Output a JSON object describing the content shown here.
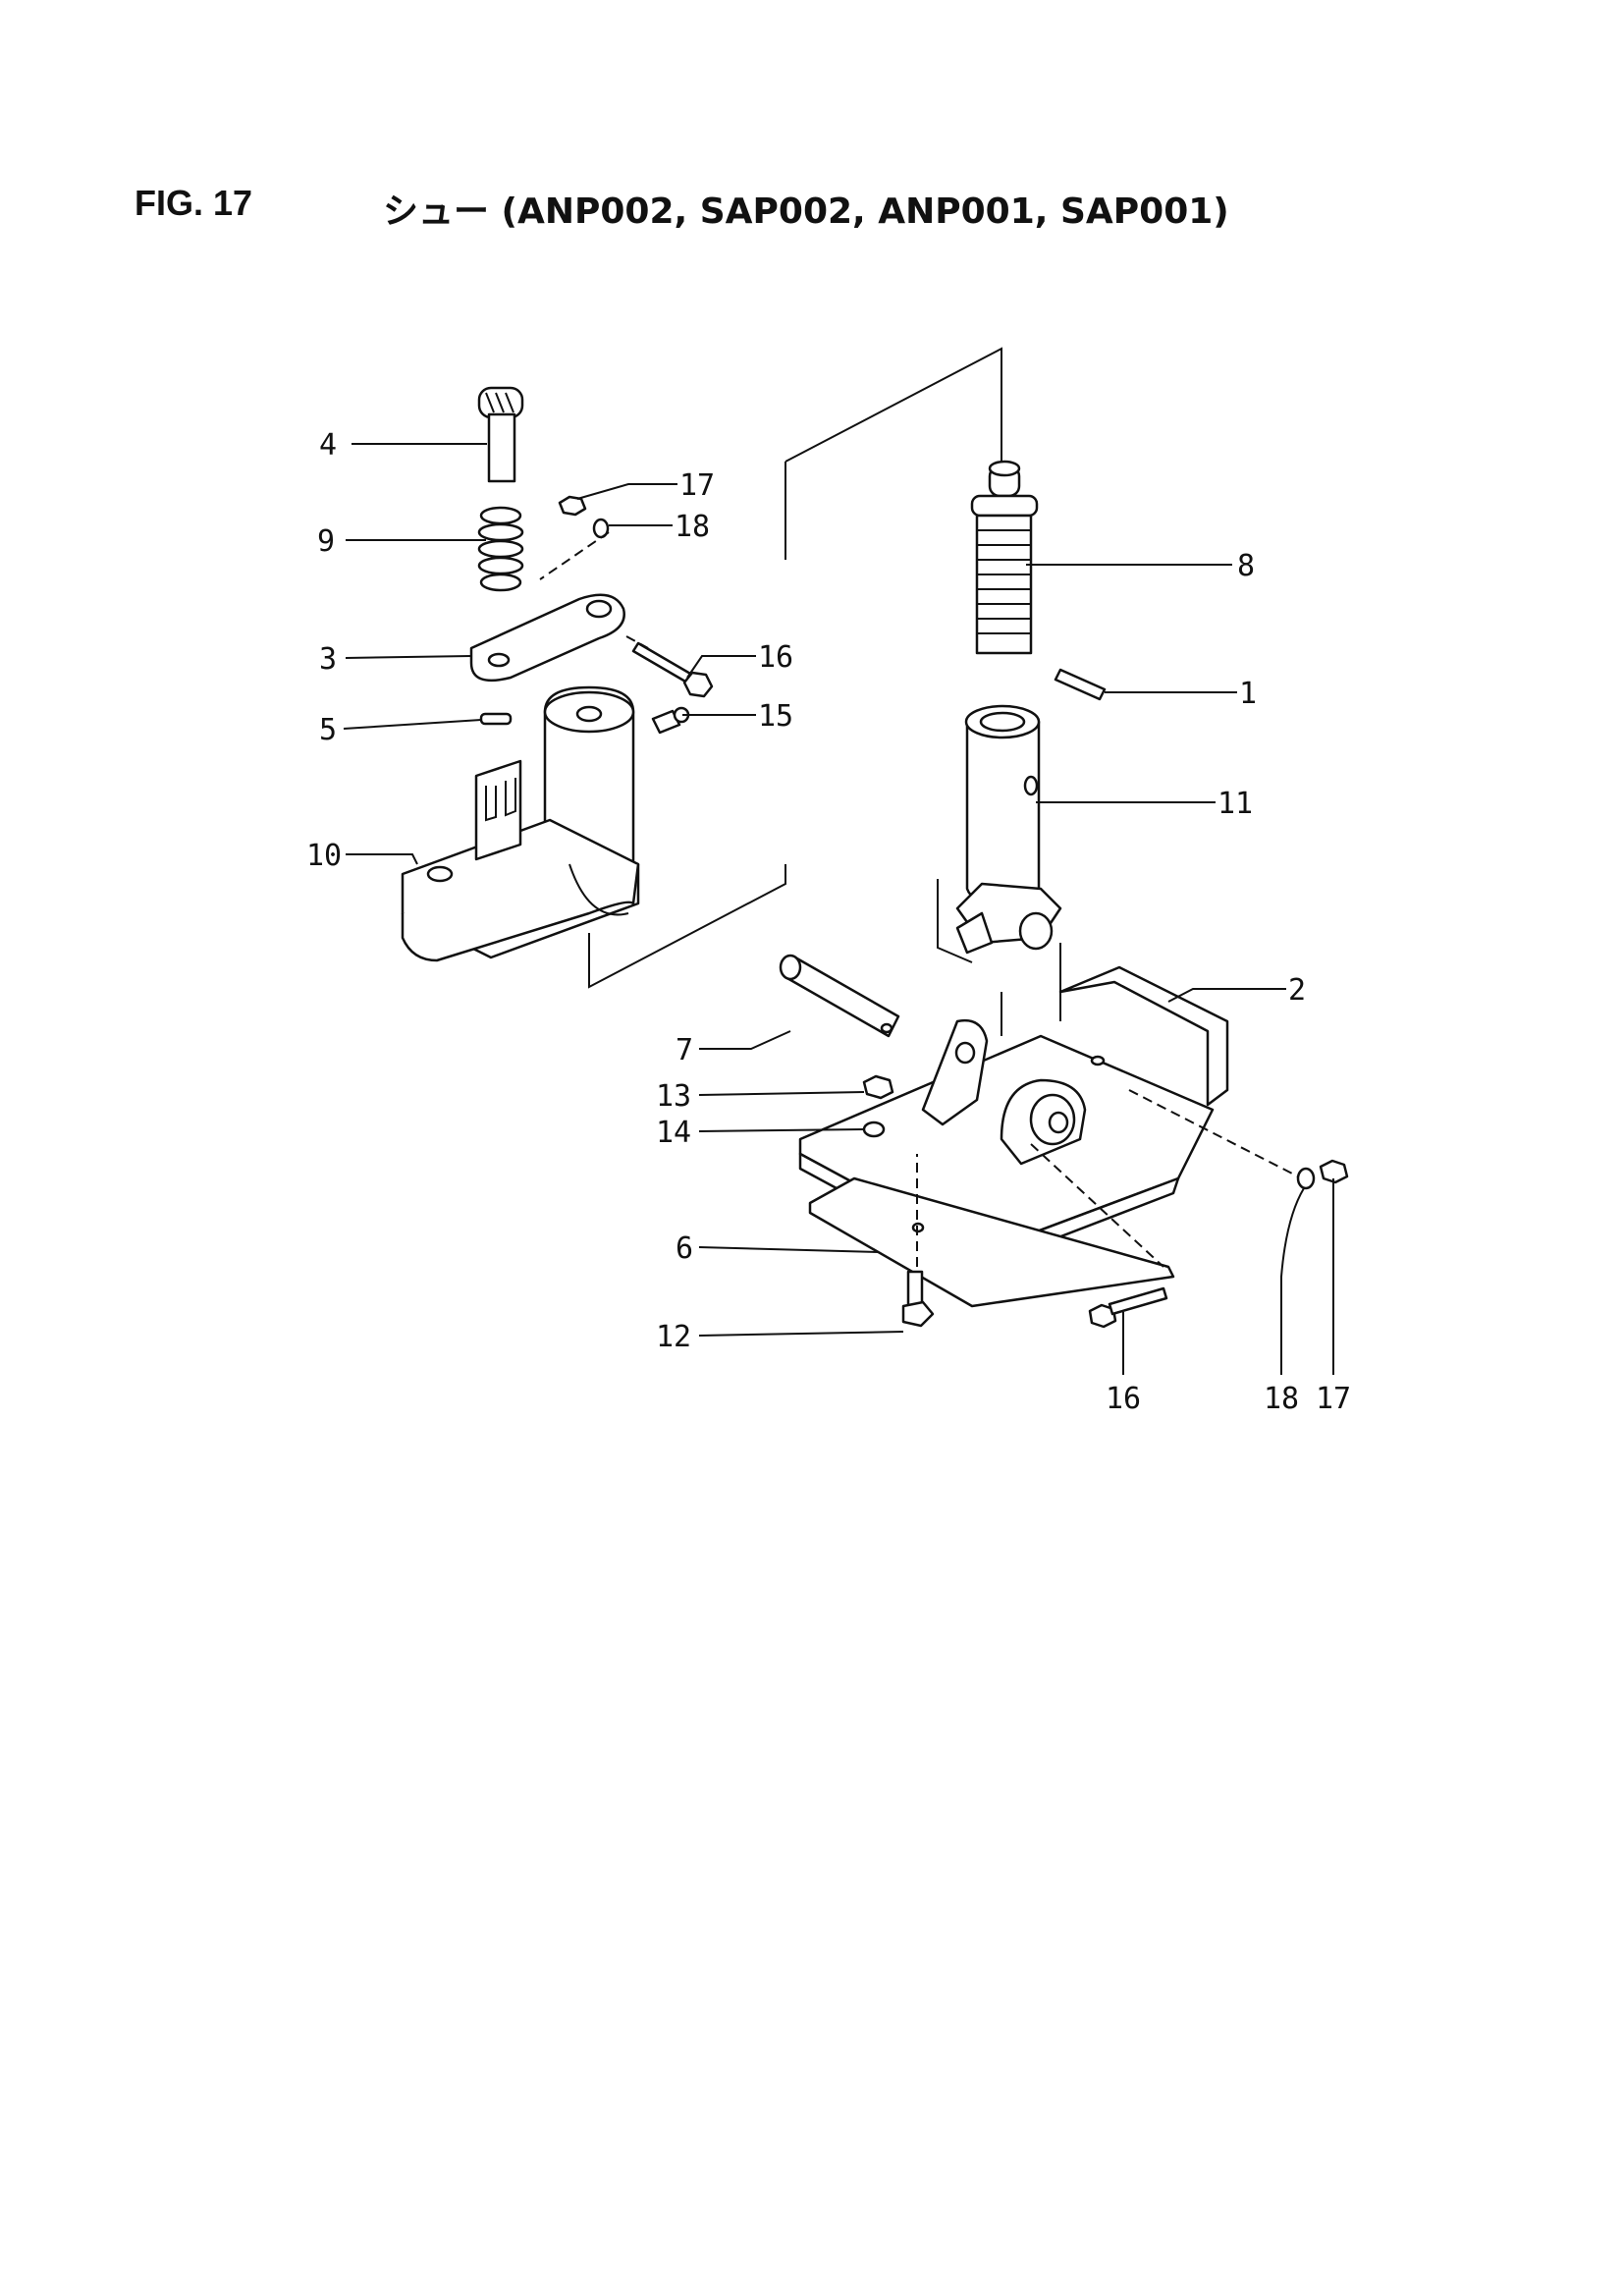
{
  "figure": {
    "number": "FIG. 17",
    "title": "シュー (ANP002, SAP002, ANP001, SAP001)"
  },
  "callouts": [
    {
      "id": "c4",
      "text": "4"
    },
    {
      "id": "c9",
      "text": "9"
    },
    {
      "id": "c3",
      "text": "3"
    },
    {
      "id": "c5",
      "text": "5"
    },
    {
      "id": "c10",
      "text": "10"
    },
    {
      "id": "c17a",
      "text": "17"
    },
    {
      "id": "c18a",
      "text": "18"
    },
    {
      "id": "c16a",
      "text": "16"
    },
    {
      "id": "c15",
      "text": "15"
    },
    {
      "id": "c8",
      "text": "8"
    },
    {
      "id": "c1",
      "text": "1"
    },
    {
      "id": "c11",
      "text": "11"
    },
    {
      "id": "c2",
      "text": "2"
    },
    {
      "id": "c7",
      "text": "7"
    },
    {
      "id": "c13",
      "text": "13"
    },
    {
      "id": "c14",
      "text": "14"
    },
    {
      "id": "c6",
      "text": "6"
    },
    {
      "id": "c12",
      "text": "12"
    },
    {
      "id": "c16b",
      "text": "16"
    },
    {
      "id": "c18b",
      "text": "18"
    },
    {
      "id": "c17b",
      "text": "17"
    }
  ]
}
